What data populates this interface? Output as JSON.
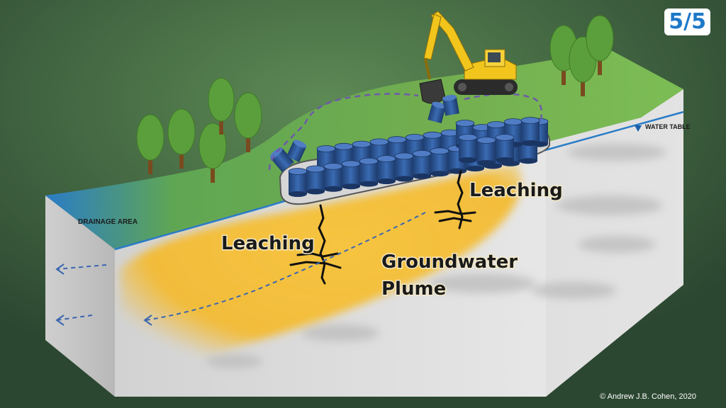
{
  "slide": {
    "number": "5/5"
  },
  "labels": {
    "drainage_area": "DRAINAGE AREA",
    "water_table": "WATER TABLE",
    "leaching_left": "Leaching",
    "leaching_right": "Leaching",
    "plume_line1": "Groundwater",
    "plume_line2": "Plume"
  },
  "credit": {
    "copyright": "© Andrew J.B. Cohen, 2020"
  },
  "colors": {
    "background": "#2f4a34",
    "grass": "#6faa4e",
    "soil": "#e6e6e6",
    "plume": "#f2b52e",
    "water": "#2a7cc7",
    "barrel": "#2f5b9e",
    "excavator": "#f2c51d",
    "slide_number": "#1e78c8"
  }
}
